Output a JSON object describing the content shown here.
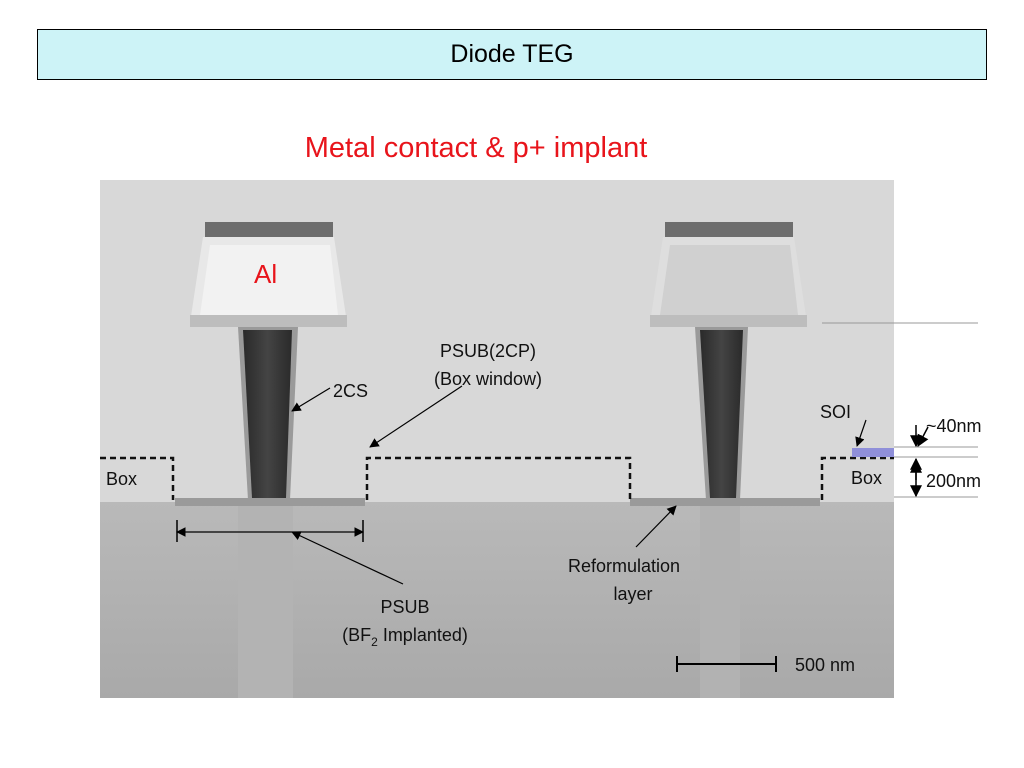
{
  "slide": {
    "title": "Diode TEG",
    "subtitle": "Metal contact & p+ implant"
  },
  "labels": {
    "al": "Al",
    "cs": "2CS",
    "psub_2cp_line1": "PSUB(2CP)",
    "psub_2cp_line2": "(Box window)",
    "soi": "SOI",
    "dim_40": "~40nm",
    "dim_200": "200nm",
    "box_left": "Box",
    "box_right": "Box",
    "reform_line1": "Reformulation",
    "reform_line2": "layer",
    "psub_line1": "PSUB",
    "psub_line2_pre": "(BF",
    "psub_line2_sub": "2",
    "psub_line2_post": " Implanted)",
    "scale": "500 nm"
  },
  "colors": {
    "title_bg": "#cdf3f7",
    "subtitle": "#e8141b",
    "al_label": "#e8141b",
    "soi_layer": "#8f8fd9"
  }
}
